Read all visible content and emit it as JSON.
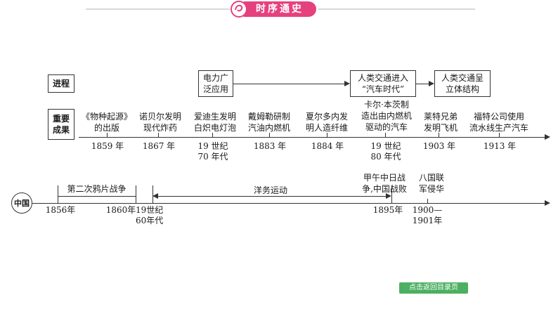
{
  "header": {
    "title": "时序通史"
  },
  "rows": {
    "progress_label": "进程",
    "achievement_label": "重要\n成果"
  },
  "progress_boxes": [
    {
      "text": "电力广\n泛应用"
    },
    {
      "text": "人类交通进入\n“汽车时代”"
    },
    {
      "text": "人类交通呈\n立体结构"
    }
  ],
  "achievements": [
    {
      "text": "《物种起源》\n的出版",
      "year": "1859 年"
    },
    {
      "text": "诺贝尔发明\n现代炸药",
      "year": "1867 年"
    },
    {
      "text": "爱迪生发明\n白炽电灯泡",
      "year": "19 世纪\n70 年代"
    },
    {
      "text": "戴姆勒研制\n汽油内燃机",
      "year": "1883 年"
    },
    {
      "text": "夏尔多内发\n明人造纤维",
      "year": "1884 年"
    },
    {
      "text": "卡尔·本茨制\n造出由内燃机\n驱动的汽车",
      "year": "19 世纪\n80 年代"
    },
    {
      "text": "莱特兄弟\n发明飞机",
      "year": "1903 年"
    },
    {
      "text": "福特公司使用\n流水线生产汽车",
      "year": "1913 年"
    }
  ],
  "china": {
    "label": "中国",
    "periods": [
      {
        "text": "第二次鸦片战争"
      },
      {
        "text": "洋务运动"
      }
    ],
    "events": [
      {
        "text": "甲午中日战\n争,中国战败"
      },
      {
        "text": "八国联\n军侵华"
      }
    ],
    "years": [
      "1856年",
      "1860年",
      "19世纪\n60年代",
      "1895年",
      "1900—\n1901年"
    ]
  },
  "footer": {
    "back_button": "点击返回目录页"
  },
  "colors": {
    "accent": "#e5417e",
    "button": "#4caf62"
  }
}
